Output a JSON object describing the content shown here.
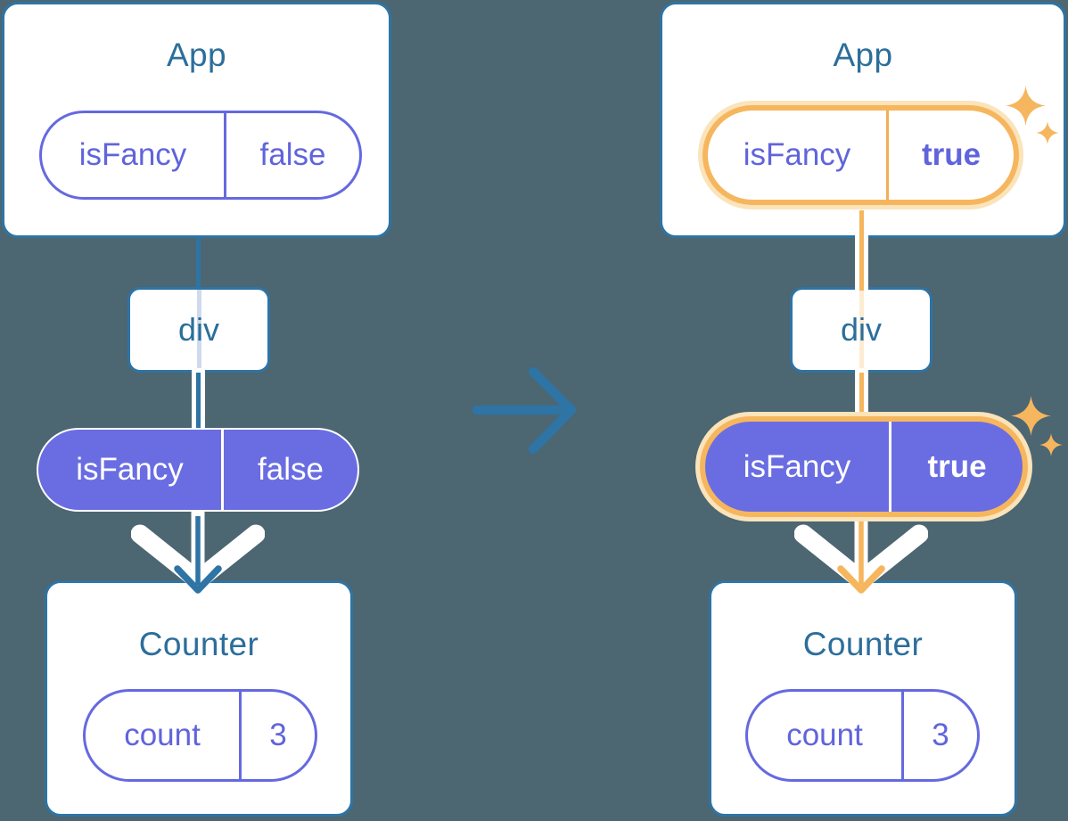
{
  "colors": {
    "background": "#4C6672",
    "card_border": "#2E74A4",
    "title_text": "#2C6E9B",
    "purple_outline": "#6569DF",
    "purple_text": "#6064DC",
    "purple_fill": "#6A6DE2",
    "highlight_orange": "#F6B65E",
    "highlight_glow": "#FBE3BA"
  },
  "icons": {
    "sparkle": "four-point-sparkle",
    "transition": "right-arrow"
  },
  "before": {
    "app_title": "App",
    "app_prop": {
      "name": "isFancy",
      "value": "false"
    },
    "div_label": "div",
    "passed_prop": {
      "name": "isFancy",
      "value": "false"
    },
    "counter_title": "Counter",
    "counter_state": {
      "name": "count",
      "value": "3"
    }
  },
  "after": {
    "app_title": "App",
    "app_prop": {
      "name": "isFancy",
      "value": "true"
    },
    "div_label": "div",
    "passed_prop": {
      "name": "isFancy",
      "value": "true"
    },
    "counter_title": "Counter",
    "counter_state": {
      "name": "count",
      "value": "3"
    }
  }
}
